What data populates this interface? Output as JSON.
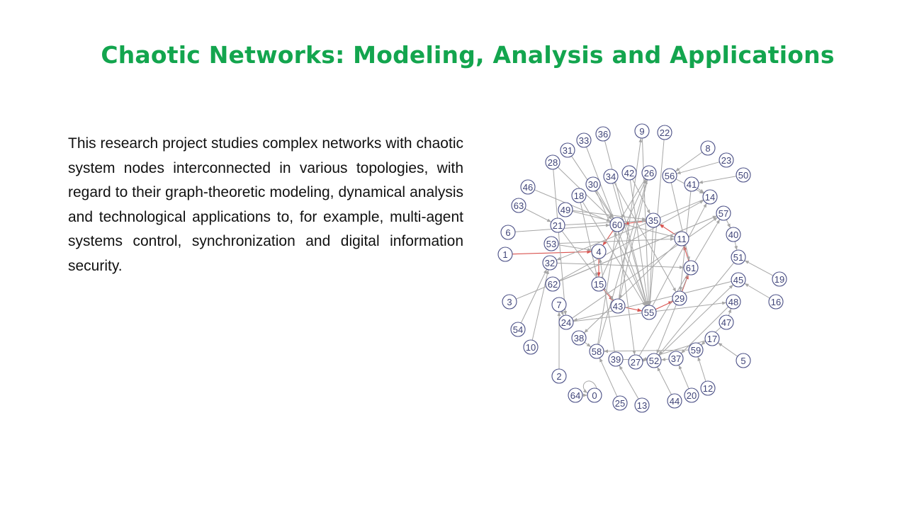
{
  "slide": {
    "title": "Chaotic Networks: Modeling, Analysis and Applications",
    "body": "This research project studies complex networks with chaotic system nodes interconnected in various topologies, with regard to their graph-theoretic modeling, dynamical analysis and technological applications to, for example, multi-agent systems control, synchronization and digital information security."
  },
  "colors": {
    "title": "#13a54e",
    "edge": "#a6a6a6",
    "highlight_edge": "#d9534f",
    "node_stroke": "#4a4f86"
  },
  "network": {
    "nodes": [
      "0",
      "1",
      "2",
      "3",
      "4",
      "5",
      "6",
      "7",
      "8",
      "9",
      "10",
      "11",
      "12",
      "13",
      "14",
      "15",
      "16",
      "17",
      "18",
      "19",
      "20",
      "21",
      "22",
      "23",
      "24",
      "25",
      "26",
      "27",
      "28",
      "29",
      "30",
      "31",
      "32",
      "33",
      "34",
      "35",
      "36",
      "37",
      "38",
      "39",
      "40",
      "41",
      "42",
      "43",
      "44",
      "45",
      "46",
      "47",
      "48",
      "49",
      "50",
      "51",
      "52",
      "53",
      "54",
      "55",
      "56",
      "57",
      "58",
      "59",
      "60",
      "61",
      "62",
      "63",
      "64"
    ],
    "edges": [
      [
        "1",
        "4"
      ],
      [
        "4",
        "15"
      ],
      [
        "15",
        "43"
      ],
      [
        "43",
        "55"
      ],
      [
        "55",
        "29"
      ],
      [
        "29",
        "61"
      ],
      [
        "61",
        "11"
      ],
      [
        "11",
        "35"
      ],
      [
        "35",
        "60"
      ],
      [
        "60",
        "4"
      ],
      [
        "64",
        "0"
      ],
      [
        "0",
        "0"
      ],
      [
        "47",
        "48"
      ],
      [
        "28",
        "60"
      ],
      [
        "31",
        "60"
      ],
      [
        "33",
        "55"
      ],
      [
        "36",
        "55"
      ],
      [
        "9",
        "55"
      ],
      [
        "22",
        "55"
      ],
      [
        "8",
        "56"
      ],
      [
        "23",
        "56"
      ],
      [
        "50",
        "41"
      ],
      [
        "42",
        "55"
      ],
      [
        "26",
        "60"
      ],
      [
        "56",
        "14"
      ],
      [
        "41",
        "14"
      ],
      [
        "34",
        "55"
      ],
      [
        "30",
        "60"
      ],
      [
        "18",
        "15"
      ],
      [
        "49",
        "35"
      ],
      [
        "46",
        "60"
      ],
      [
        "63",
        "21"
      ],
      [
        "6",
        "60"
      ],
      [
        "21",
        "43"
      ],
      [
        "53",
        "11"
      ],
      [
        "32",
        "61"
      ],
      [
        "62",
        "14"
      ],
      [
        "3",
        "57"
      ],
      [
        "7",
        "24"
      ],
      [
        "24",
        "57"
      ],
      [
        "38",
        "58"
      ],
      [
        "58",
        "60"
      ],
      [
        "39",
        "52"
      ],
      [
        "27",
        "57"
      ],
      [
        "52",
        "45"
      ],
      [
        "37",
        "52"
      ],
      [
        "59",
        "58"
      ],
      [
        "17",
        "27"
      ],
      [
        "5",
        "17"
      ],
      [
        "13",
        "39"
      ],
      [
        "25",
        "58"
      ],
      [
        "44",
        "52"
      ],
      [
        "20",
        "37"
      ],
      [
        "12",
        "59"
      ],
      [
        "19",
        "51"
      ],
      [
        "16",
        "45"
      ],
      [
        "51",
        "52"
      ],
      [
        "40",
        "51"
      ],
      [
        "57",
        "40"
      ],
      [
        "45",
        "24"
      ],
      [
        "2",
        "7"
      ],
      [
        "10",
        "32"
      ],
      [
        "54",
        "32"
      ],
      [
        "42",
        "35"
      ],
      [
        "26",
        "43"
      ],
      [
        "34",
        "29"
      ],
      [
        "30",
        "55"
      ],
      [
        "18",
        "55"
      ],
      [
        "49",
        "11"
      ],
      [
        "21",
        "35"
      ],
      [
        "53",
        "4"
      ],
      [
        "14",
        "32"
      ],
      [
        "56",
        "61"
      ],
      [
        "41",
        "29"
      ],
      [
        "35",
        "55"
      ],
      [
        "60",
        "27"
      ],
      [
        "15",
        "26"
      ],
      [
        "11",
        "38"
      ],
      [
        "62",
        "57"
      ],
      [
        "24",
        "48"
      ],
      [
        "48",
        "37"
      ],
      [
        "47",
        "59"
      ],
      [
        "61",
        "52"
      ],
      [
        "58",
        "26"
      ],
      [
        "39",
        "4"
      ],
      [
        "28",
        "24"
      ],
      [
        "55",
        "14"
      ],
      [
        "43",
        "9"
      ]
    ]
  }
}
